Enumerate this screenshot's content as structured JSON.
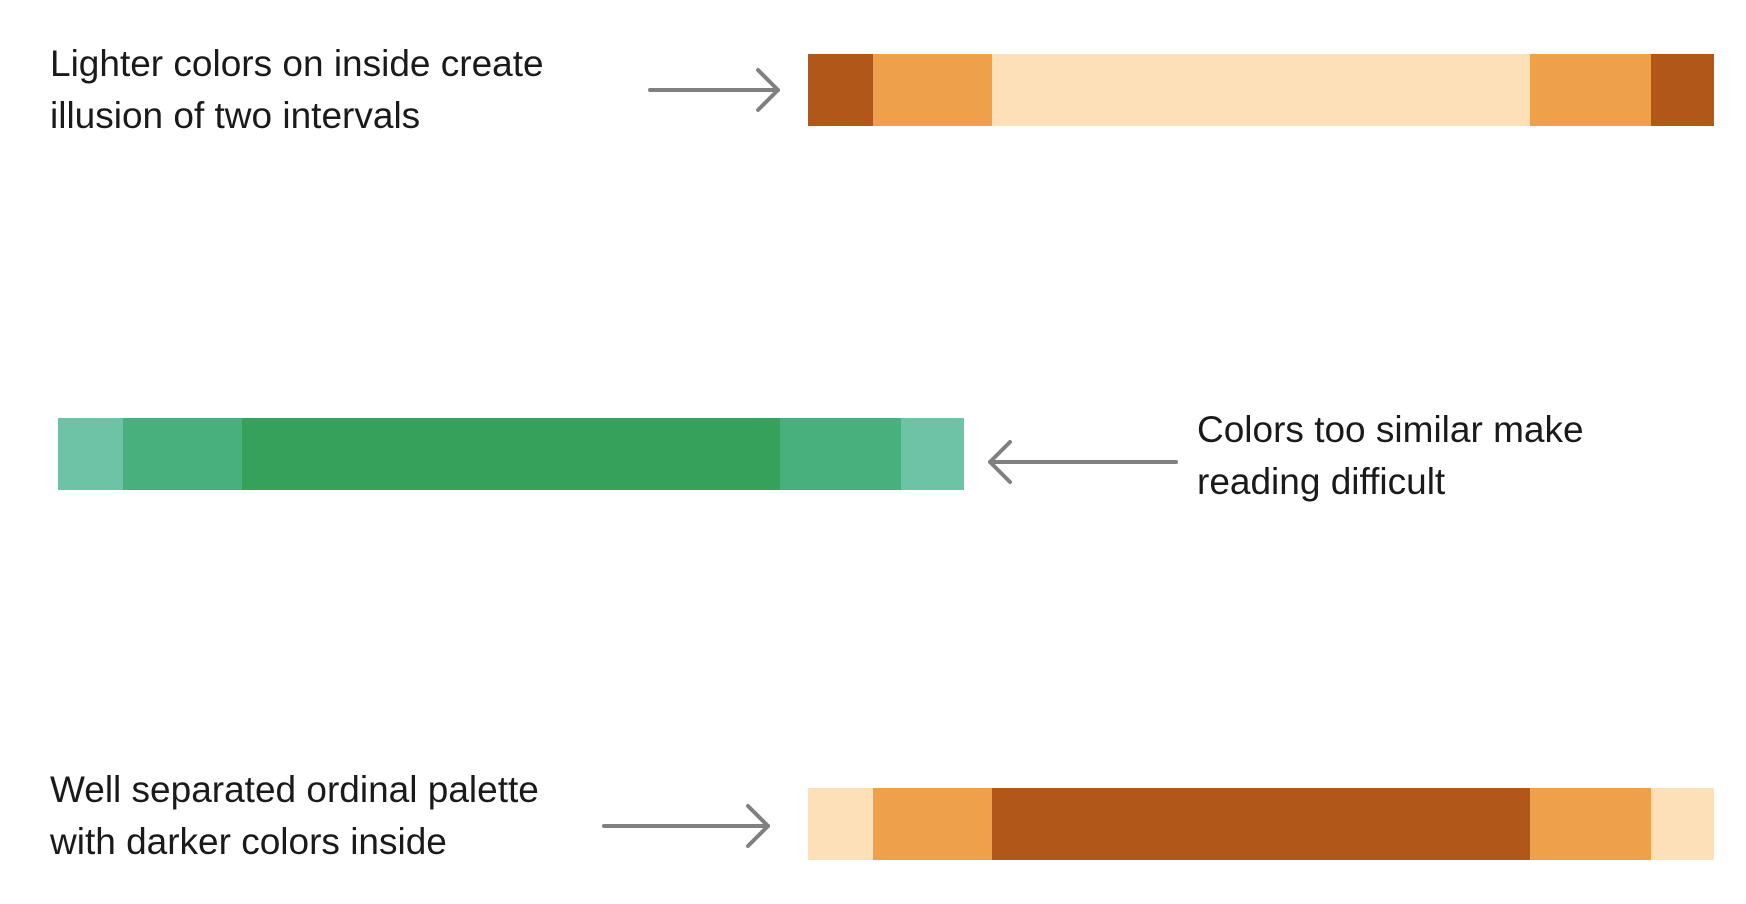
{
  "annotations": {
    "top": [
      "Lighter colors on inside create",
      "illusion of two intervals"
    ],
    "middle": [
      "Colors too similar make",
      "reading difficult"
    ],
    "bottom": [
      "Well separated ordinal palette",
      "with darker colors inside"
    ]
  },
  "colors": {
    "arrow": "#808080",
    "orange_dark": "#b05719",
    "orange_mid": "#eea14a",
    "orange_light": "#fde0b8",
    "green_light": "#6cc3a5",
    "green_mid": "#48b07c",
    "green_dark": "#35a15b"
  },
  "bars": {
    "top": [
      {
        "share": 0.072,
        "color": "#b05719"
      },
      {
        "share": 0.131,
        "color": "#eea14a"
      },
      {
        "share": 0.594,
        "color": "#fde0b8"
      },
      {
        "share": 0.134,
        "color": "#eea14a"
      },
      {
        "share": 0.069,
        "color": "#b05719"
      }
    ],
    "middle": [
      {
        "share": 0.072,
        "color": "#6cc3a5"
      },
      {
        "share": 0.131,
        "color": "#48b07c"
      },
      {
        "share": 0.594,
        "color": "#35a15b"
      },
      {
        "share": 0.134,
        "color": "#48b07c"
      },
      {
        "share": 0.069,
        "color": "#6cc3a5"
      }
    ],
    "bottom": [
      {
        "share": 0.072,
        "color": "#fde0b8"
      },
      {
        "share": 0.131,
        "color": "#eea14a"
      },
      {
        "share": 0.594,
        "color": "#b05719"
      },
      {
        "share": 0.134,
        "color": "#eea14a"
      },
      {
        "share": 0.069,
        "color": "#fde0b8"
      }
    ]
  }
}
